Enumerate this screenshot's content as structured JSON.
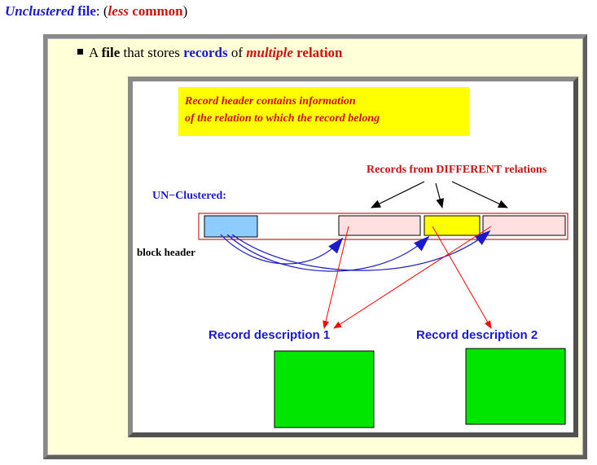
{
  "heading": {
    "unclustered": "Unclustered",
    "file": "file",
    "colon_paren": ": (",
    "less": "less",
    "common": "common",
    "close_paren": ")"
  },
  "bullet": {
    "a": "A",
    "file": "file",
    "that_stores": "that stores",
    "records": "records",
    "of": "of",
    "multiple": "multiple",
    "relation": "relation"
  },
  "figure": {
    "note_line1": "Record header contains information",
    "note_line2": "of the relation to which the record belong",
    "records_label": "Records from DIFFERENT relations",
    "unclustered_label": "UN−Clustered:",
    "block_header_label": "block header",
    "desc1_label": "Record description 1",
    "desc2_label": "Record description 2",
    "colors": {
      "block_header": "#8ecbff",
      "record_pink": "#ffe0e0",
      "record_yellow": "#ffff00",
      "description": "#00e600",
      "red": "#ff0000",
      "blue": "#1a1acc"
    }
  }
}
